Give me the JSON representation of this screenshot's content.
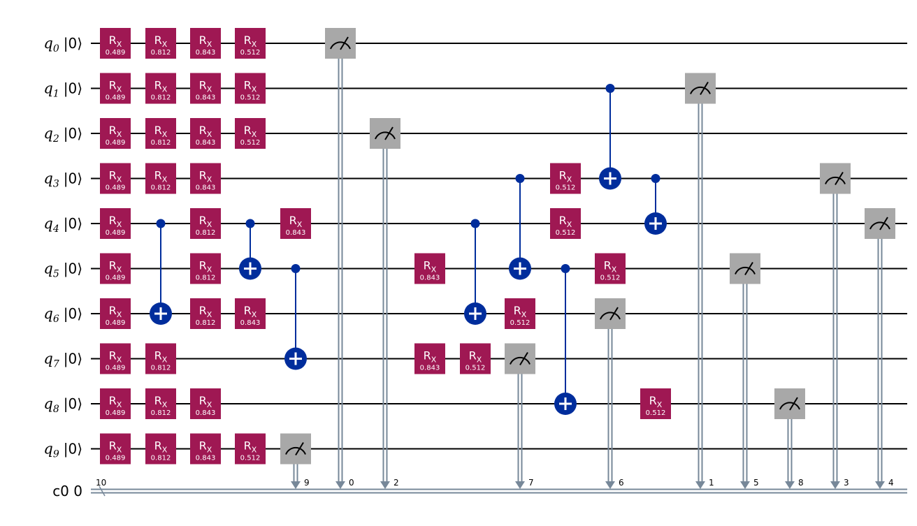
{
  "colors": {
    "rx_gate": "#9F1853",
    "cnot": "#002D9C",
    "measure": "#A8A8A8",
    "classical": "#778899",
    "wire": "#000000"
  },
  "qubits": [
    {
      "prefix": "q",
      "index": "0",
      "state": "|0⟩"
    },
    {
      "prefix": "q",
      "index": "1",
      "state": "|0⟩"
    },
    {
      "prefix": "q",
      "index": "2",
      "state": "|0⟩"
    },
    {
      "prefix": "q",
      "index": "3",
      "state": "|0⟩"
    },
    {
      "prefix": "q",
      "index": "4",
      "state": "|0⟩"
    },
    {
      "prefix": "q",
      "index": "5",
      "state": "|0⟩"
    },
    {
      "prefix": "q",
      "index": "6",
      "state": "|0⟩"
    },
    {
      "prefix": "q",
      "index": "7",
      "state": "|0⟩"
    },
    {
      "prefix": "q",
      "index": "8",
      "state": "|0⟩"
    },
    {
      "prefix": "q",
      "index": "9",
      "state": "|0⟩"
    }
  ],
  "classical_register": {
    "label": "c0 0",
    "size": "10"
  },
  "gates": [
    {
      "type": "rx",
      "col": 0,
      "qubit": 0,
      "param": "0.489"
    },
    {
      "type": "rx",
      "col": 0,
      "qubit": 1,
      "param": "0.489"
    },
    {
      "type": "rx",
      "col": 0,
      "qubit": 2,
      "param": "0.489"
    },
    {
      "type": "rx",
      "col": 0,
      "qubit": 3,
      "param": "0.489"
    },
    {
      "type": "rx",
      "col": 0,
      "qubit": 4,
      "param": "0.489"
    },
    {
      "type": "rx",
      "col": 0,
      "qubit": 5,
      "param": "0.489"
    },
    {
      "type": "rx",
      "col": 0,
      "qubit": 6,
      "param": "0.489"
    },
    {
      "type": "rx",
      "col": 0,
      "qubit": 7,
      "param": "0.489"
    },
    {
      "type": "rx",
      "col": 0,
      "qubit": 8,
      "param": "0.489"
    },
    {
      "type": "rx",
      "col": 0,
      "qubit": 9,
      "param": "0.489"
    },
    {
      "type": "rx",
      "col": 1,
      "qubit": 0,
      "param": "0.812"
    },
    {
      "type": "rx",
      "col": 1,
      "qubit": 1,
      "param": "0.812"
    },
    {
      "type": "rx",
      "col": 1,
      "qubit": 2,
      "param": "0.812"
    },
    {
      "type": "rx",
      "col": 1,
      "qubit": 3,
      "param": "0.812"
    },
    {
      "type": "cx",
      "col": 1,
      "control": 4,
      "target": 6
    },
    {
      "type": "rx",
      "col": 1,
      "qubit": 7,
      "param": "0.812"
    },
    {
      "type": "rx",
      "col": 1,
      "qubit": 8,
      "param": "0.812"
    },
    {
      "type": "rx",
      "col": 1,
      "qubit": 9,
      "param": "0.812"
    },
    {
      "type": "rx",
      "col": 2,
      "qubit": 0,
      "param": "0.843"
    },
    {
      "type": "rx",
      "col": 2,
      "qubit": 1,
      "param": "0.843"
    },
    {
      "type": "rx",
      "col": 2,
      "qubit": 2,
      "param": "0.843"
    },
    {
      "type": "rx",
      "col": 2,
      "qubit": 3,
      "param": "0.843"
    },
    {
      "type": "rx",
      "col": 2,
      "qubit": 4,
      "param": "0.812"
    },
    {
      "type": "rx",
      "col": 2,
      "qubit": 5,
      "param": "0.812"
    },
    {
      "type": "rx",
      "col": 2,
      "qubit": 6,
      "param": "0.812"
    },
    {
      "type": "rx",
      "col": 2,
      "qubit": 8,
      "param": "0.843"
    },
    {
      "type": "rx",
      "col": 2,
      "qubit": 9,
      "param": "0.843"
    },
    {
      "type": "rx",
      "col": 3,
      "qubit": 0,
      "param": "0.512"
    },
    {
      "type": "rx",
      "col": 3,
      "qubit": 1,
      "param": "0.512"
    },
    {
      "type": "rx",
      "col": 3,
      "qubit": 2,
      "param": "0.512"
    },
    {
      "type": "cx",
      "col": 3,
      "control": 4,
      "target": 5
    },
    {
      "type": "rx",
      "col": 3,
      "qubit": 6,
      "param": "0.843"
    },
    {
      "type": "rx",
      "col": 3,
      "qubit": 9,
      "param": "0.512"
    },
    {
      "type": "rx",
      "col": 4,
      "qubit": 4,
      "param": "0.843"
    },
    {
      "type": "cx",
      "col": 4,
      "control": 5,
      "target": 7
    },
    {
      "type": "measure",
      "col": 4,
      "qubit": 9,
      "clbit": "9"
    },
    {
      "type": "measure",
      "col": 5,
      "qubit": 0,
      "clbit": "0"
    },
    {
      "type": "measure",
      "col": 6,
      "qubit": 2,
      "clbit": "2"
    },
    {
      "type": "rx",
      "col": 7,
      "qubit": 5,
      "param": "0.843"
    },
    {
      "type": "rx",
      "col": 7,
      "qubit": 7,
      "param": "0.843"
    },
    {
      "type": "cx",
      "col": 8,
      "control": 4,
      "target": 6
    },
    {
      "type": "rx",
      "col": 8,
      "qubit": 7,
      "param": "0.512"
    },
    {
      "type": "cx",
      "col": 9,
      "control": 3,
      "target": 5
    },
    {
      "type": "rx",
      "col": 9,
      "qubit": 6,
      "param": "0.512"
    },
    {
      "type": "measure",
      "col": 9,
      "qubit": 7,
      "clbit": "7"
    },
    {
      "type": "rx",
      "col": 10,
      "qubit": 3,
      "param": "0.512"
    },
    {
      "type": "rx",
      "col": 10,
      "qubit": 4,
      "param": "0.512"
    },
    {
      "type": "cx",
      "col": 10,
      "control": 5,
      "target": 8
    },
    {
      "type": "cx",
      "col": 11,
      "control": 1,
      "target": 3
    },
    {
      "type": "rx",
      "col": 11,
      "qubit": 5,
      "param": "0.512"
    },
    {
      "type": "measure",
      "col": 11,
      "qubit": 6,
      "clbit": "6"
    },
    {
      "type": "cx",
      "col": 12,
      "control": 3,
      "target": 4
    },
    {
      "type": "rx",
      "col": 12,
      "qubit": 8,
      "param": "0.512"
    },
    {
      "type": "measure",
      "col": 13,
      "qubit": 1,
      "clbit": "1"
    },
    {
      "type": "measure",
      "col": 14,
      "qubit": 5,
      "clbit": "5"
    },
    {
      "type": "measure",
      "col": 15,
      "qubit": 8,
      "clbit": "8"
    },
    {
      "type": "measure",
      "col": 16,
      "qubit": 3,
      "clbit": "3"
    },
    {
      "type": "measure",
      "col": 17,
      "qubit": 4,
      "clbit": "4"
    }
  ]
}
